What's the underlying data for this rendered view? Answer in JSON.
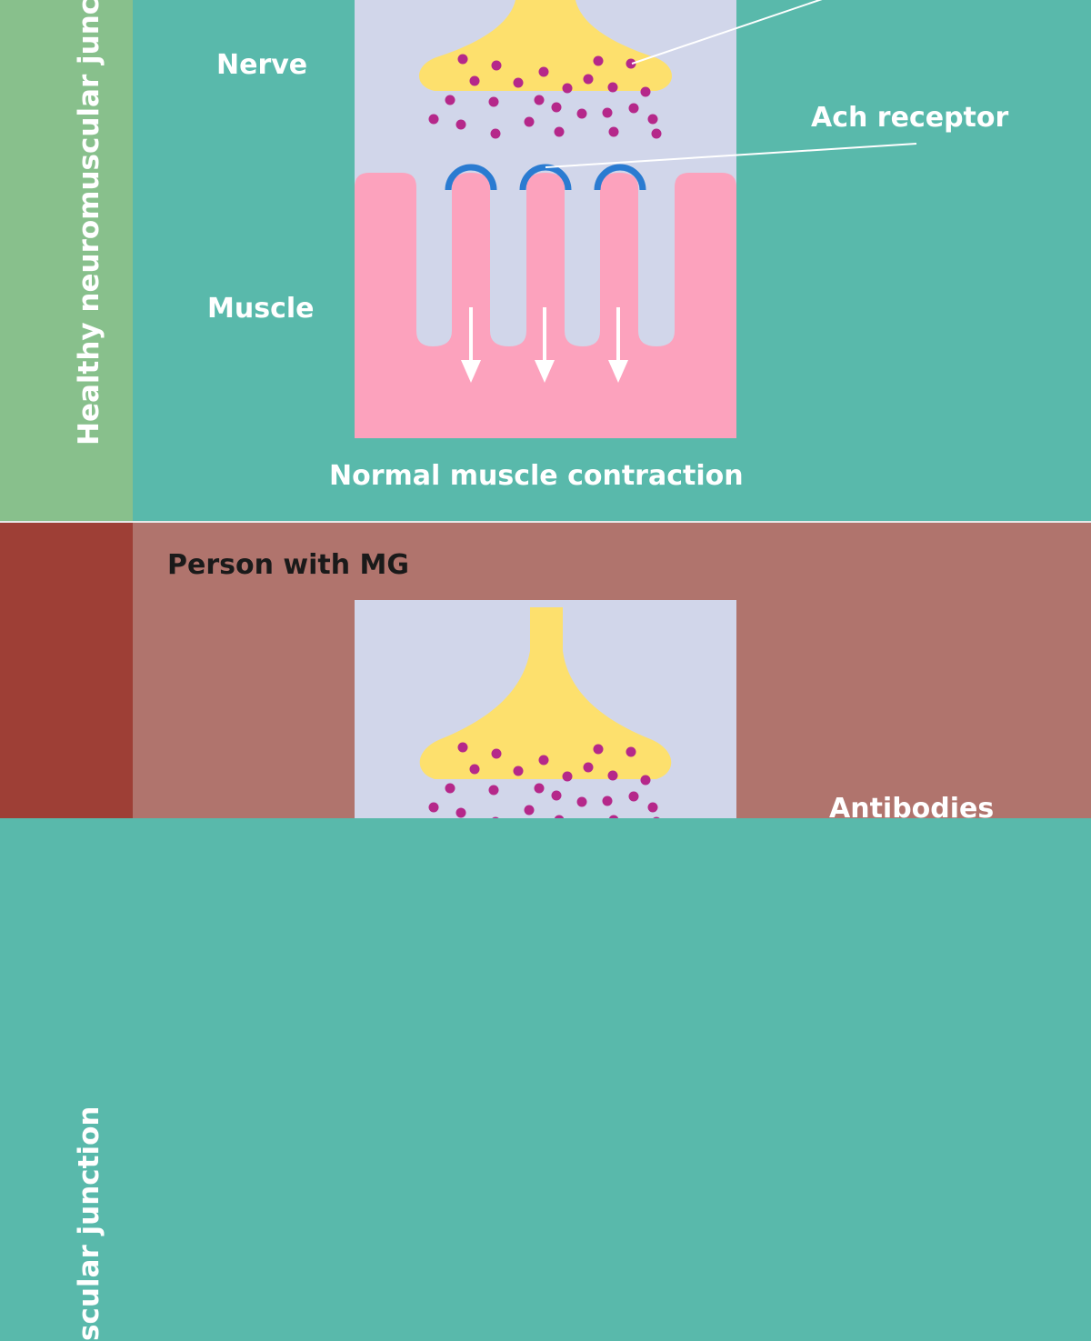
{
  "colors": {
    "healthy_side": "#88c08c",
    "healthy_bg": "#59b9ab",
    "mg_side": "#9e3f36",
    "mg_bg": "#b0746d",
    "panel": "#d1d6ea",
    "nerve": "#fde06d",
    "muscle": "#fca2bd",
    "vesicle": "#b5288a",
    "receptor": "#2a7bd1",
    "arrow": "#ffffff"
  },
  "healthy": {
    "side_label": "Healthy neuromuscular junc",
    "nerve_label": "Nerve",
    "muscle_label": "Muscle",
    "receptor_label": "Ach receptor",
    "caption": "Normal muscle contraction"
  },
  "mg": {
    "side_label": "scular junction",
    "title": "Person with MG",
    "antibodies_label": "Antibodies"
  }
}
